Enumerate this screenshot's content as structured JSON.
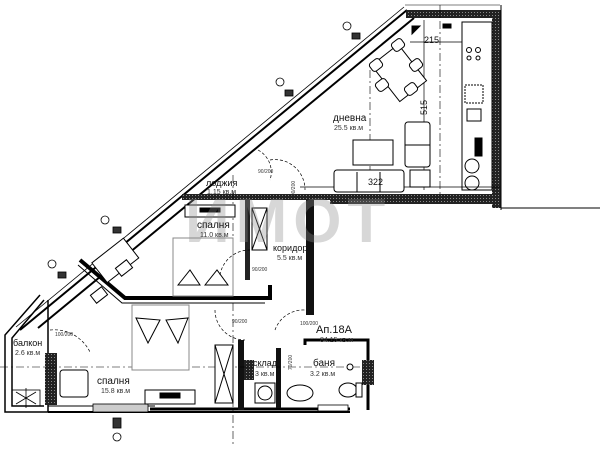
{
  "apartment": {
    "label": "Ап.18А",
    "area": "84.15 кв.м"
  },
  "rooms": [
    {
      "id": "living",
      "name": "дневна",
      "area": "25.5 кв.м"
    },
    {
      "id": "loggia",
      "name": "лоджия",
      "area": "1.15 кв.м"
    },
    {
      "id": "bedroom-1",
      "name": "спалня",
      "area": "11.0 кв.м"
    },
    {
      "id": "corridor",
      "name": "коридор",
      "area": "5.5 кв.м"
    },
    {
      "id": "balcony",
      "name": "балкон",
      "area": "2.6 кв.м"
    },
    {
      "id": "bedroom-2",
      "name": "спалня",
      "area": "15.8 кв.м"
    },
    {
      "id": "storage",
      "name": "склад",
      "area": "3 кв.м"
    },
    {
      "id": "bathroom",
      "name": "баня",
      "area": "3.2 кв.м"
    }
  ],
  "dimensions": {
    "kitchen_width": "215",
    "living_height": "515",
    "living_width": "322"
  },
  "doors": [
    {
      "w": "90",
      "h": "200"
    },
    {
      "w": "90",
      "h": "200"
    },
    {
      "w": "90",
      "h": "200"
    },
    {
      "w": "90",
      "h": "200"
    },
    {
      "w": "100",
      "h": "200"
    },
    {
      "w": "100",
      "h": "200"
    },
    {
      "w": "70",
      "h": "200"
    }
  ],
  "window_marks": [
    "П",
    "П",
    "П",
    "П",
    "П"
  ],
  "watermark": "ИМОТ"
}
